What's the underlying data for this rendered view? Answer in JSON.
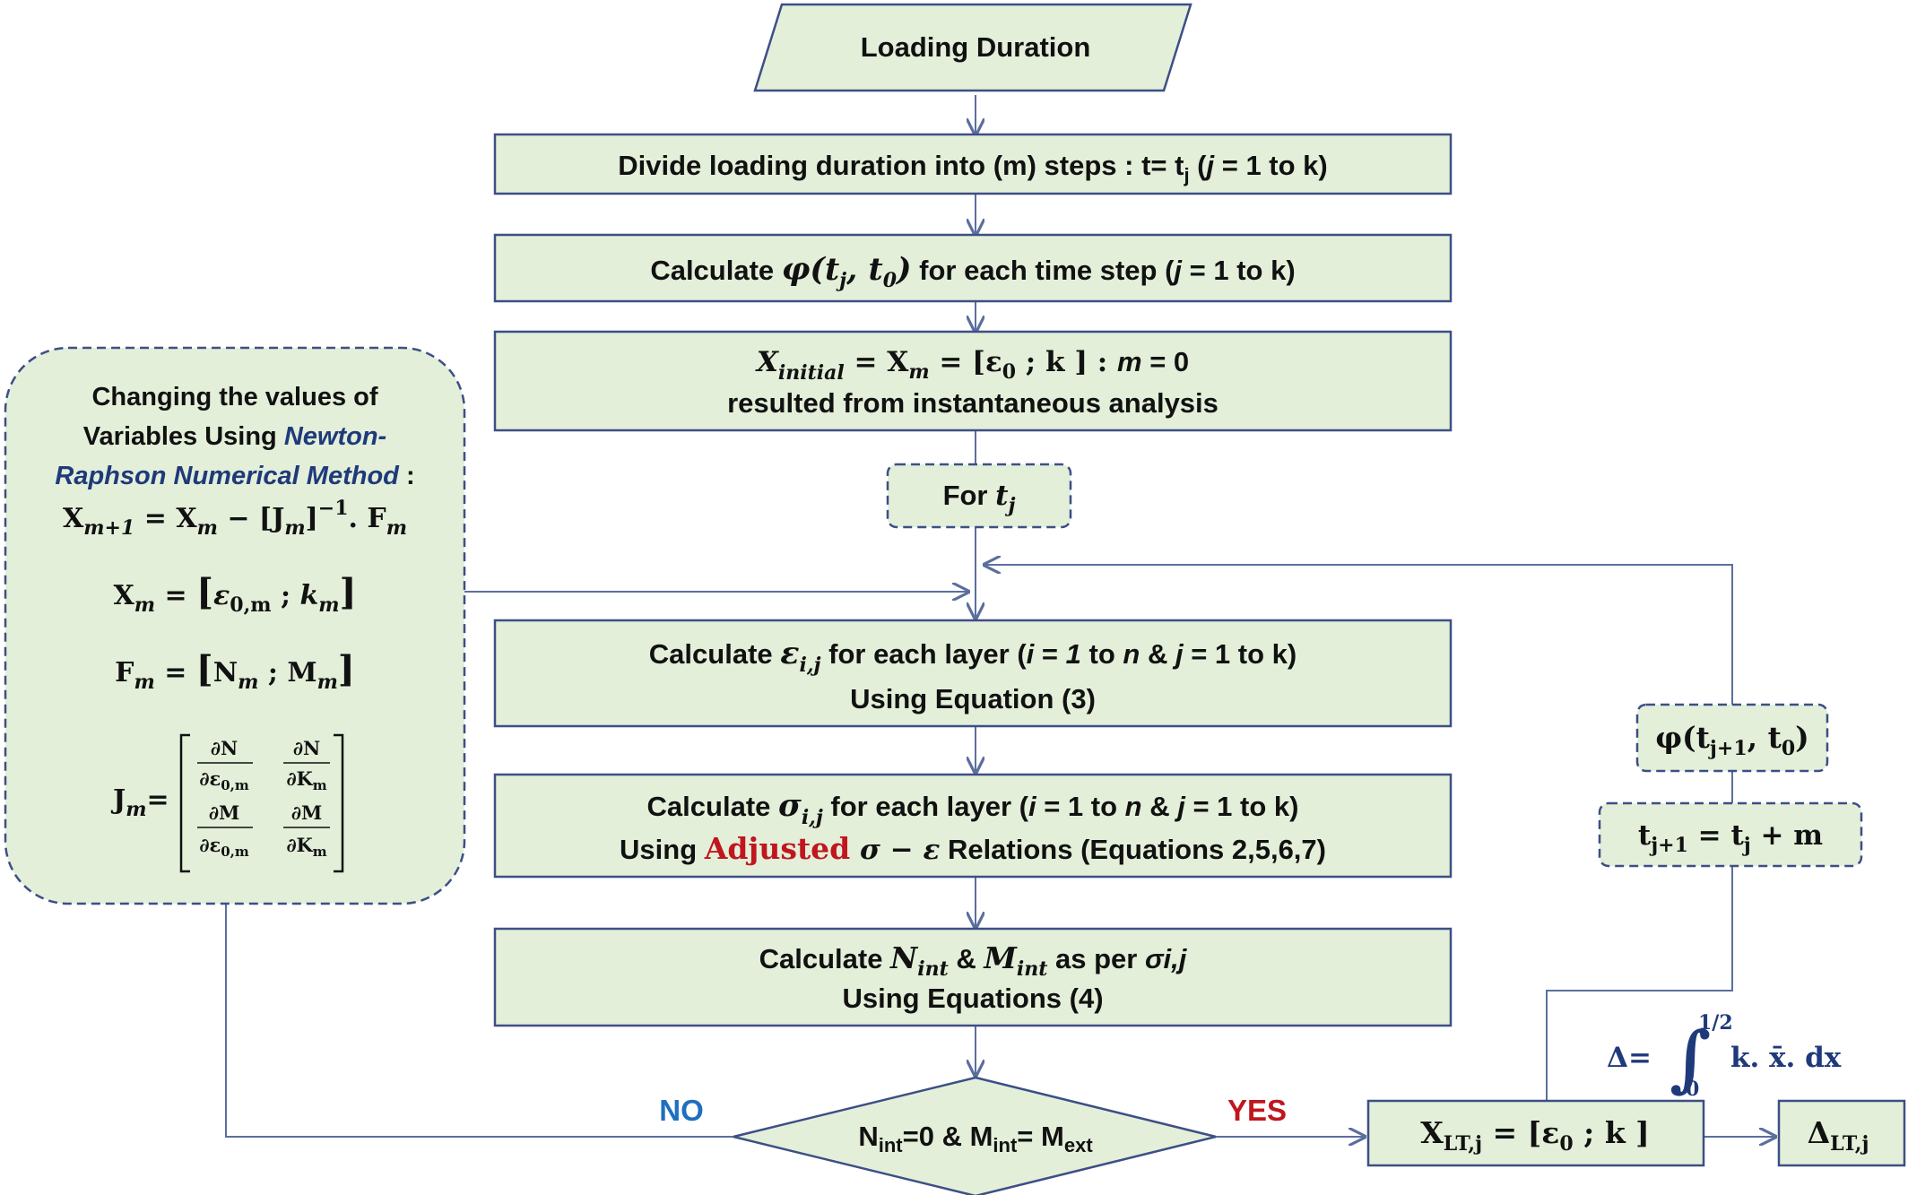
{
  "colors": {
    "box_fill": "#e3efd9",
    "box_stroke": "#3c4f86",
    "connector": "#5b6f9e",
    "no_label": "#1f6fbf",
    "yes_label": "#c0161e",
    "formula_accent": "#1f3a7a"
  },
  "flow": {
    "start": "Loading Duration",
    "step1": {
      "text": "Divide loading duration into (m) steps : t= t",
      "sub": "j",
      "tail_open": " (",
      "tail_var": "j",
      "tail_close": " = 1 to k)"
    },
    "step2": {
      "pre": "Calculate ",
      "phi": "φ(t",
      "sub_j": "j",
      "mid": ", t",
      "sub_0": "0",
      "close": ")",
      "post": " for  each time step  (",
      "var": "j",
      "end": " = 1 to k)"
    },
    "step3": {
      "x": "X",
      "sub_init": "initial",
      "eq1": " = X",
      "sub_m": "m",
      "eq2": " = [ε",
      "sub_0": "0",
      "eq3": " ; k ] : ",
      "m": "m",
      "eq4": " = 0",
      "line2": "resulted from instantaneous analysis"
    },
    "for_box": {
      "pre": "For ",
      "t": "t",
      "sub": "j"
    },
    "step4": {
      "pre": "Calculate ",
      "eps": "ε",
      "sub": "i,j",
      "mid": "  for each layer (",
      "i": "i",
      "eq_i": " = ",
      "one": "1",
      "to": " to ",
      "n": "n",
      "amp": " & ",
      "j": "j",
      "end": " = 1 to k)",
      "line2": "Using Equation (3)"
    },
    "step5": {
      "pre": "Calculate ",
      "sig": "σ",
      "sub": "i,j",
      "mid": " for each layer (",
      "i": "i",
      "eq_i": " = 1 to ",
      "n": "n",
      "amp": " & ",
      "j": "j",
      "end": " = 1 to k)",
      "line2_pre": "Using  ",
      "adjusted": "Adjusted",
      "rel": "  σ − ε",
      "line2_post": " Relations (Equations 2,5,6,7)"
    },
    "step6": {
      "pre": "Calculate ",
      "N": "N",
      "sub_n": "int",
      "amp": " & ",
      "M": "M",
      "sub_m": "int",
      "post": " as per ",
      "sig": "σi,j",
      "line2": "Using Equations (4)"
    },
    "decision": {
      "n": "N",
      "sub_n": "int",
      "mid": "=0 & M",
      "sub_m": "int",
      "eq": "= M",
      "sub_ext": "ext"
    },
    "no_label": "NO",
    "yes_label": "YES",
    "result": {
      "x": "X",
      "sub": "LT,j",
      "eq": " =  [ε",
      "sub_0": "0",
      "tail": " ;  k ]"
    },
    "final": {
      "delta": "Δ",
      "sub": "LT,j"
    },
    "phi_next": {
      "phi": "φ(t",
      "sub": "j+1",
      "mid": ", t",
      "sub_0": "0",
      "close": ")"
    },
    "t_next": {
      "t": "t",
      "sub": "j+1",
      "eq": " =  t",
      "sub_j": "j",
      "tail": " + m"
    },
    "integral": {
      "lhs": "Δ=",
      "upper": "1/2",
      "lower": "0",
      "body": "k. x̄. dx"
    }
  },
  "panel": {
    "line1": "Changing the values of",
    "line2_pre": "Variables Using ",
    "line2_blue": "Newton-",
    "line3_blue": "Raphson Numerical Method",
    "line3_post": " :",
    "eq1": {
      "x": "X",
      "sub1": "m+1",
      "mid": " =  X",
      "sub2": "m",
      "mid2": " −  [J",
      "sub3": "m",
      "sup": "−1",
      "mid3": ". F",
      "sub4": "m"
    },
    "eq2": {
      "x": "X",
      "sub": "m",
      "mid": " = ",
      "br_open": "[",
      "eps": "ε",
      "sub2": "0,m",
      "sep": " ; ",
      "k": "k",
      "sub3": "m",
      "br_close": "]"
    },
    "eq3": {
      "f": "F",
      "sub": "m",
      "mid": " = ",
      "br_open": "[",
      "n": "N",
      "sub2": "m",
      "sep": " ;  M",
      "sub3": "m",
      "br_close": "]"
    },
    "eq4": {
      "j": "J",
      "sub": "m",
      "eq": "=",
      "dN": "∂N",
      "dM": "∂M",
      "de": "∂ε",
      "de_sub": "0,m",
      "dK": "∂K",
      "dK_sub": "m"
    }
  }
}
